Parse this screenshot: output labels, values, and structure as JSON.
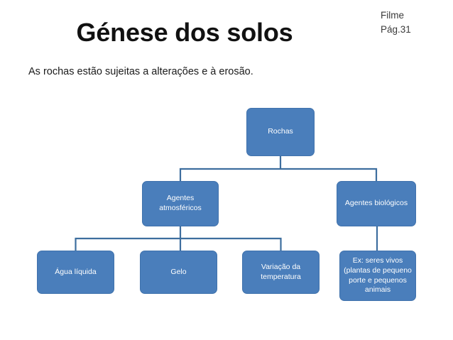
{
  "header": {
    "title": "Génese dos solos",
    "corner_line1": "Filme",
    "corner_line2": "Pág.31"
  },
  "subtitle": "As rochas estão sujeitas a alterações e à erosão.",
  "colors": {
    "node_fill": "#4a7ebb",
    "node_border": "#4072ac",
    "connector": "#3d6e9e",
    "node_text": "#ffffff",
    "background": "#ffffff",
    "title_text": "#111111"
  },
  "diagram": {
    "type": "org-chart",
    "nodes": {
      "rochas": "Rochas",
      "atmos": "Agentes atmosféricos",
      "bio": "Agentes biológicos",
      "agua": "Água líquida",
      "gelo": "Gelo",
      "temp": "Variação da temperatura",
      "ex": "Ex: seres vivos (plantas de pequeno porte e pequenos animais"
    },
    "edges": [
      {
        "from": "rochas",
        "to": "atmos"
      },
      {
        "from": "rochas",
        "to": "bio"
      },
      {
        "from": "atmos",
        "to": "agua"
      },
      {
        "from": "atmos",
        "to": "gelo"
      },
      {
        "from": "atmos",
        "to": "temp"
      },
      {
        "from": "bio",
        "to": "ex"
      }
    ]
  }
}
